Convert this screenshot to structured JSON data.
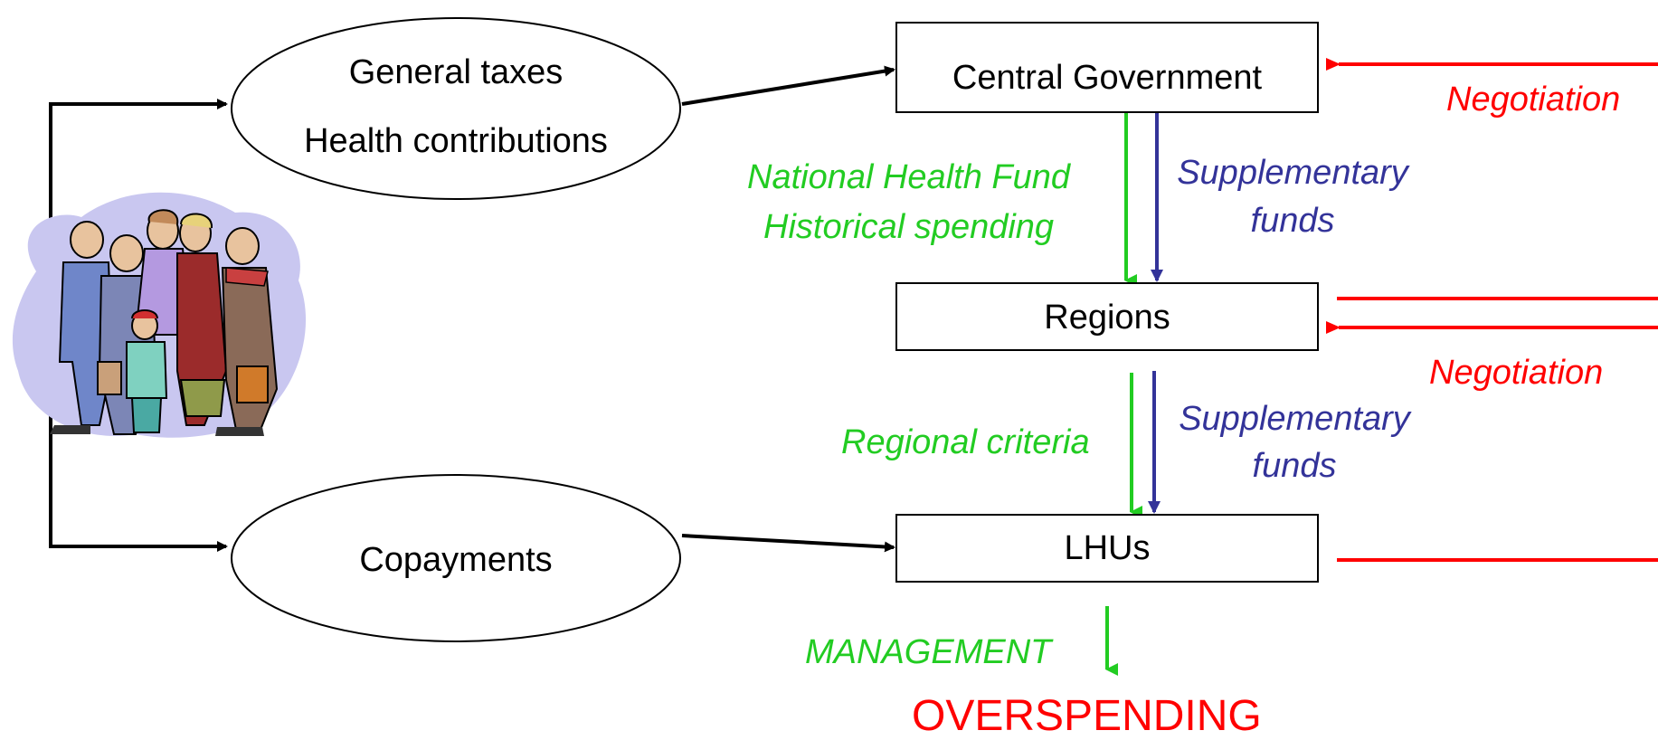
{
  "sources": {
    "general_taxes": "General taxes",
    "health_contributions": "Health contributions",
    "copayments": "Copayments"
  },
  "levels": {
    "central": "Central Government",
    "regions": "Regions",
    "lhus": "LHUs"
  },
  "flows": {
    "national_fund": "National Health Fund",
    "historical": "Historical spending",
    "supplementary_1a": "Supplementary",
    "supplementary_1b": "funds",
    "regional_criteria": "Regional criteria",
    "supplementary_2a": "Supplementary",
    "supplementary_2b": "funds",
    "management": "MANAGEMENT"
  },
  "negotiation_1": "Negotiation",
  "negotiation_2": "Negotiation",
  "outcome": "OVERSPENDING",
  "icons": {
    "people": "group-of-people-clipart"
  },
  "colors": {
    "green": "#22cc22",
    "blue": "#333399",
    "red": "#ff0000",
    "black": "#000000"
  }
}
